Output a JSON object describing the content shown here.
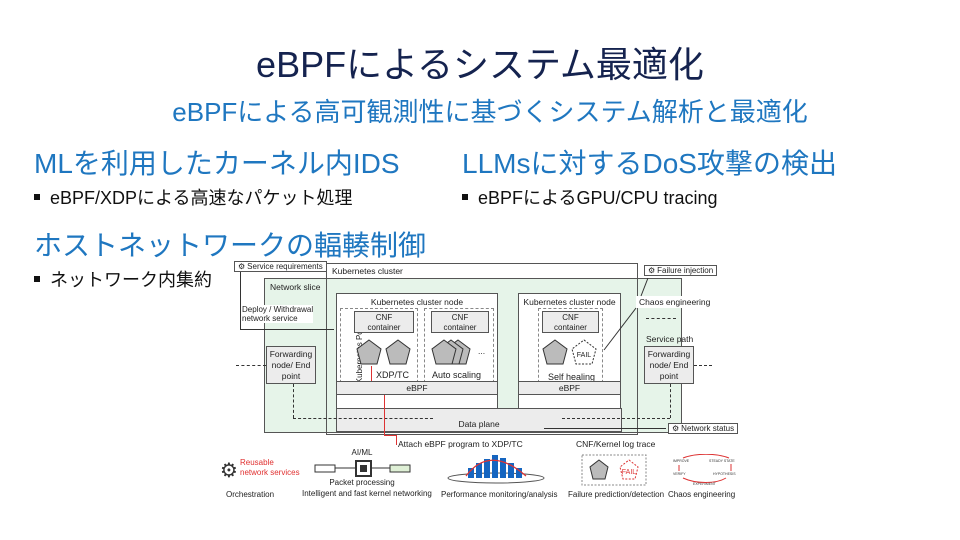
{
  "slide": {
    "title": "eBPFによるシステム最適化",
    "subtitle": "eBPFによる高可観測性に基づくシステム解析と最適化",
    "sections": [
      {
        "heading": "MLを利用したカーネル内IDS",
        "bullets": [
          "eBPF/XDPによる高速なパケット処理"
        ]
      },
      {
        "heading": "LLMsに対するDoS攻撃の検出",
        "bullets": [
          "eBPFによるGPU/CPU tracing"
        ]
      },
      {
        "heading": "ホストネットワークの輻輳制御",
        "bullets": [
          "ネットワーク内集約"
        ]
      }
    ],
    "colors": {
      "title": "#15234f",
      "accent": "#1f77c0",
      "slice_bg": "#e6f4e9",
      "attach_line": "#dd3333"
    }
  },
  "diagram": {
    "service_requirements": "Service requirements",
    "kubernetes_cluster": "Kubernetes cluster",
    "failure_injection": "Failure injection",
    "network_slice": "Network slice",
    "deploy_label_1": "Deploy / Withdrawal",
    "deploy_label_2": "network service",
    "chaos_engineering": "Chaos engineering",
    "service_path": "Service path",
    "forwarding_left": [
      "Forwarding",
      "node/ End",
      "point"
    ],
    "forwarding_right": [
      "Forwarding",
      "node/ End",
      "point"
    ],
    "node1": {
      "title": "Kubernetes cluster node",
      "pod_label": "Kubernetes Pod",
      "cnf1": [
        "CNF",
        "container"
      ],
      "cnf2": [
        "CNF",
        "container"
      ],
      "xdp_tc": "XDP/TC",
      "auto_scaling": "Auto scaling",
      "ellipsis": "...",
      "ebpf": "eBPF"
    },
    "node2": {
      "title": "Kubernetes cluster node",
      "cnf": [
        "CNF",
        "container"
      ],
      "fail": "FAIL",
      "self_healing": "Self healing",
      "ebpf": "eBPF"
    },
    "data_plane": "Data plane",
    "network_status": "Network status",
    "attach_label": "Attach eBPF program to XDP/TC",
    "log_trace": "CNF/Kernel log trace"
  },
  "legend": {
    "orchestration": {
      "caption": "Orchestration",
      "note_1": "Reusable",
      "note_2": "network services"
    },
    "networking": {
      "top": "AI/ML",
      "middle": "Packet processing",
      "caption": "Intelligent and fast kernel networking"
    },
    "monitoring": {
      "caption": "Performance monitoring/analysis"
    },
    "failure": {
      "caption": "Failure prediction/detection",
      "fail": "FAIL"
    },
    "chaos": {
      "caption": "Chaos engineering",
      "cycle": [
        "IMPROVE",
        "STEADY STATE",
        "HYPOTHESIS",
        "EXPERIMENT",
        "VERIFY"
      ]
    }
  }
}
